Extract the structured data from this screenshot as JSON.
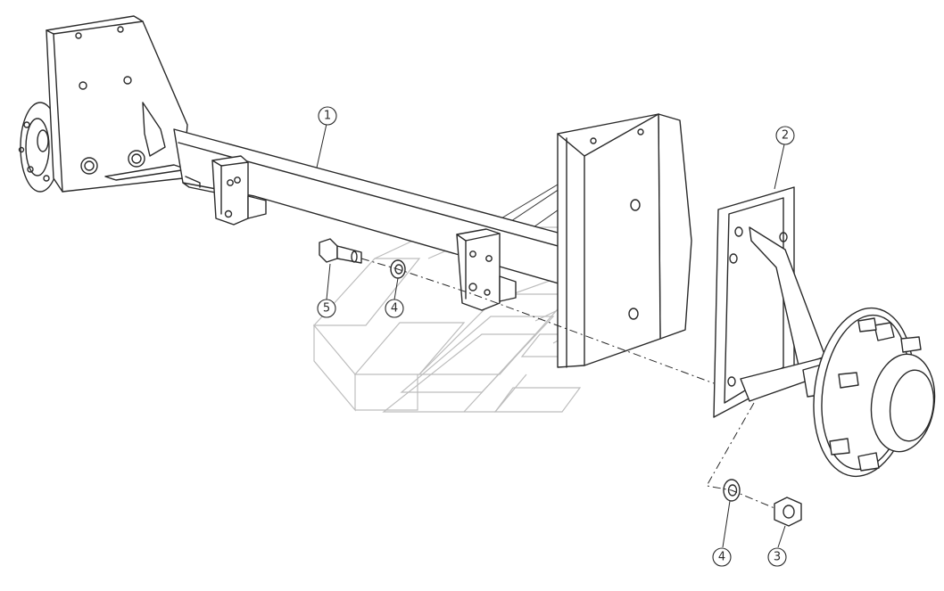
{
  "diagram": {
    "type": "exploded-parts-view",
    "colors": {
      "line": "#2a2a2a",
      "watermark": "#bdbdbd",
      "background": "#ffffff"
    },
    "callouts": [
      {
        "id": "c1",
        "label": "1"
      },
      {
        "id": "c2",
        "label": "2"
      },
      {
        "id": "c3",
        "label": "3"
      },
      {
        "id": "c4a",
        "label": "4"
      },
      {
        "id": "c4b",
        "label": "4"
      },
      {
        "id": "c5",
        "label": "5"
      }
    ]
  }
}
